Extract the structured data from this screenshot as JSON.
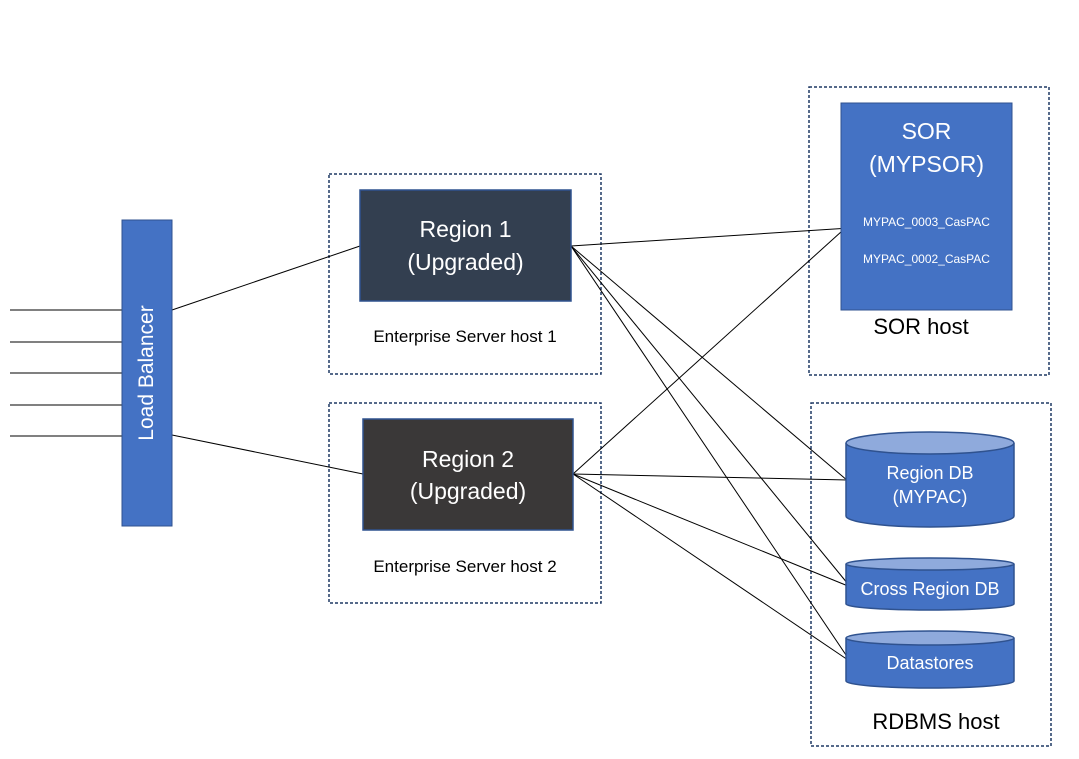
{
  "load_balancer": {
    "label": "Load Balancer"
  },
  "host1": {
    "label": "Enterprise Server host 1",
    "region": {
      "line1": "Region 1",
      "line2": "(Upgraded)"
    }
  },
  "host2": {
    "label": "Enterprise Server host 2",
    "region": {
      "line1": "Region 2",
      "line2": "(Upgraded)"
    }
  },
  "sor_host": {
    "label": "SOR host",
    "sor": {
      "line1": "SOR",
      "line2": "(MYPSOR)",
      "entries": [
        "MYPAC_0003_CasPAC",
        "MYPAC_0002_CasPAC"
      ]
    }
  },
  "rdbms_host": {
    "label": "RDBMS host",
    "region_db": {
      "line1": "Region DB",
      "line2": "(MYPAC)"
    },
    "cross_region_db": {
      "label": "Cross Region DB"
    },
    "datastores": {
      "label": "Datastores"
    }
  },
  "colors": {
    "blue": "#4472C4",
    "blue_light": "#8FAADC",
    "blue_border": "#2F528F",
    "region1_fill": "#333F50",
    "region2_fill": "#3A3838",
    "dashed_border": "#1F3864"
  }
}
